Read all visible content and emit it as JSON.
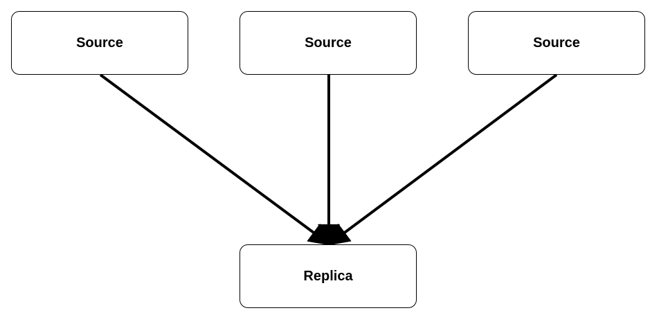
{
  "nodes": {
    "sources": [
      {
        "label": "Source"
      },
      {
        "label": "Source"
      },
      {
        "label": "Source"
      }
    ],
    "replica": {
      "label": "Replica"
    }
  },
  "colors": {
    "stroke": "#000000",
    "background": "#ffffff"
  }
}
